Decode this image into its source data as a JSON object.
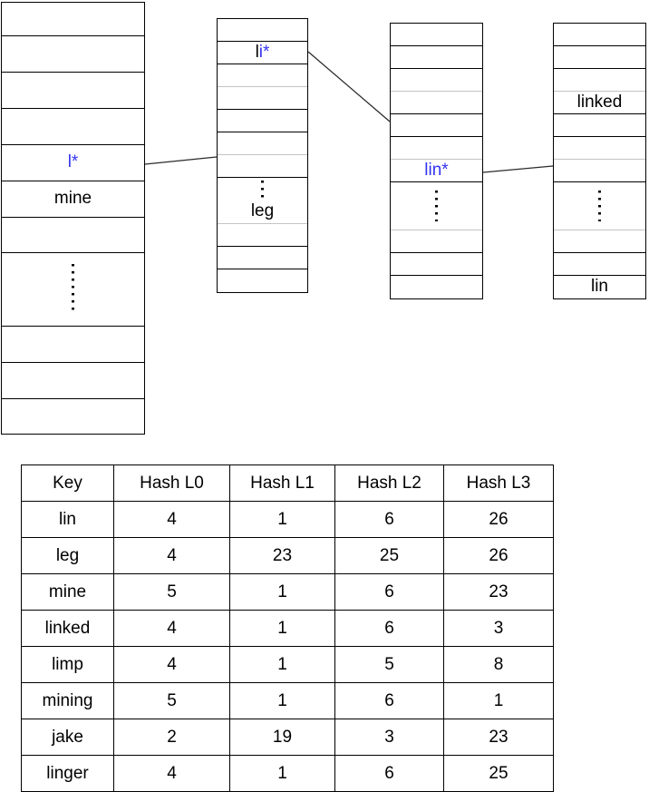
{
  "diagram": {
    "accent_blue": "#3333f0",
    "arrays": [
      {
        "id": "level-0",
        "cells": [
          {},
          {},
          {},
          {},
          {
            "segments": [
              {
                "text": "l*",
                "color": "#3333f0"
              }
            ]
          },
          {
            "segments": [
              {
                "text": "mine",
                "color": "#000000"
              }
            ]
          },
          {},
          {
            "dots": true
          },
          {},
          {},
          {}
        ]
      },
      {
        "id": "level-1",
        "cells": [
          {},
          {
            "segments": [
              {
                "text": "l",
                "color": "#000000"
              },
              {
                "text": "i*",
                "color": "#3333f0"
              }
            ]
          },
          {},
          {},
          {},
          {},
          {},
          {
            "dots": true,
            "segments": [
              {
                "text": "leg",
                "color": "#000000"
              }
            ]
          },
          {},
          {},
          {}
        ]
      },
      {
        "id": "level-2",
        "cells": [
          {},
          {},
          {},
          {},
          {},
          {},
          {
            "segments": [
              {
                "text": "lin*",
                "color": "#3333f0"
              }
            ]
          },
          {
            "dots": true
          },
          {},
          {},
          {}
        ]
      },
      {
        "id": "level-3",
        "cells": [
          {},
          {},
          {},
          {
            "segments": [
              {
                "text": "linked",
                "color": "#000000"
              }
            ]
          },
          {},
          {},
          {},
          {
            "dots": true
          },
          {},
          {},
          {
            "segments": [
              {
                "text": "lin",
                "color": "#000000"
              }
            ]
          }
        ]
      }
    ]
  },
  "table": {
    "headers": [
      "Key",
      "Hash L0",
      "Hash L1",
      "Hash L2",
      "Hash L3"
    ],
    "rows": [
      {
        "key": "lin",
        "values": [
          "4",
          "1",
          "6",
          "26"
        ]
      },
      {
        "key": "leg",
        "values": [
          "4",
          "23",
          "25",
          "26"
        ]
      },
      {
        "key": "mine",
        "values": [
          "5",
          "1",
          "6",
          "23"
        ]
      },
      {
        "key": "linked",
        "values": [
          "4",
          "1",
          "6",
          "3"
        ]
      },
      {
        "key": "limp",
        "values": [
          "4",
          "1",
          "5",
          "8"
        ]
      },
      {
        "key": "mining",
        "values": [
          "5",
          "1",
          "6",
          "1"
        ]
      },
      {
        "key": "jake",
        "values": [
          "2",
          "19",
          "3",
          "23"
        ]
      },
      {
        "key": "linger",
        "values": [
          "4",
          "1",
          "6",
          "25"
        ]
      }
    ]
  }
}
